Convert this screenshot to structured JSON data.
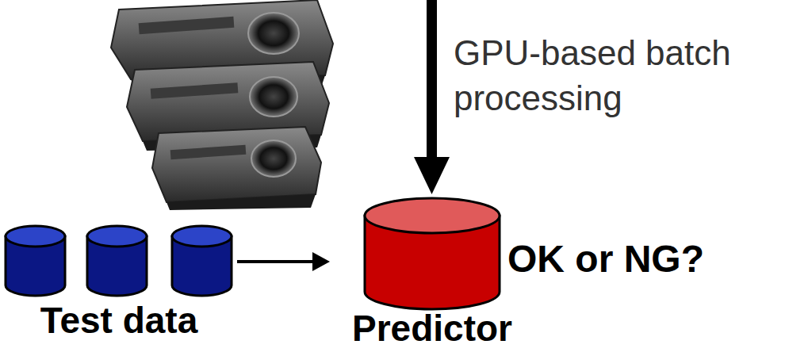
{
  "diagram": {
    "nodes": [
      {
        "text": [
          "Test data"
        ]
      },
      {
        "text": [
          "Predictor"
        ]
      }
    ],
    "edges": [
      {
        "from": 0,
        "to": 1,
        "arrow": "to"
      }
    ],
    "labels": [
      "GPU-based batch processing",
      "OK or NG?"
    ]
  }
}
